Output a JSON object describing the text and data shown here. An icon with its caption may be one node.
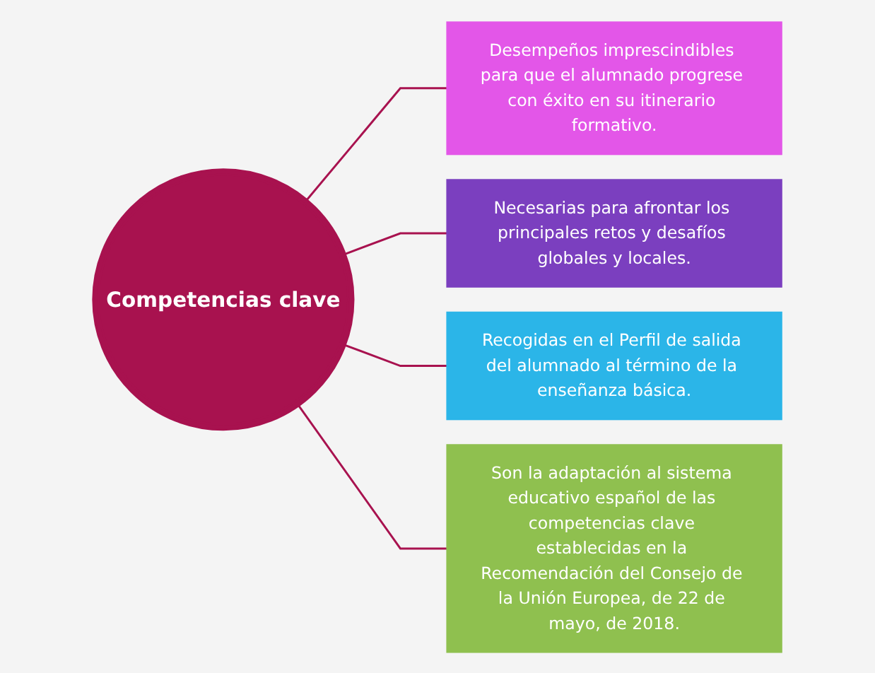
{
  "diagram": {
    "nodes": [
      {
        "text": [
          "Competencias clave"
        ]
      },
      {
        "text": [
          "Desempeños imprescindibles para que el alumnado progrese con éxito en su itinerario formativo."
        ]
      },
      {
        "text": [
          "Necesarias para afrontar los principales retos y desafíos globales y locales."
        ]
      },
      {
        "text": [
          "Recogidas en el Perfil de salida del alumnado al término de la enseñanza básica."
        ]
      },
      {
        "text": [
          "Son la adaptación al sistema educativo español de las competencias clave establecidas en la Recomendación del Consejo de la Unión Europea, de 22 de mayo, de 2018."
        ]
      }
    ],
    "edges": [
      {
        "from": 0,
        "to": 1,
        "arrow": "none"
      },
      {
        "from": 0,
        "to": 2,
        "arrow": "none"
      },
      {
        "from": 0,
        "to": 3,
        "arrow": "none"
      },
      {
        "from": 0,
        "to": 4,
        "arrow": "none"
      }
    ]
  }
}
